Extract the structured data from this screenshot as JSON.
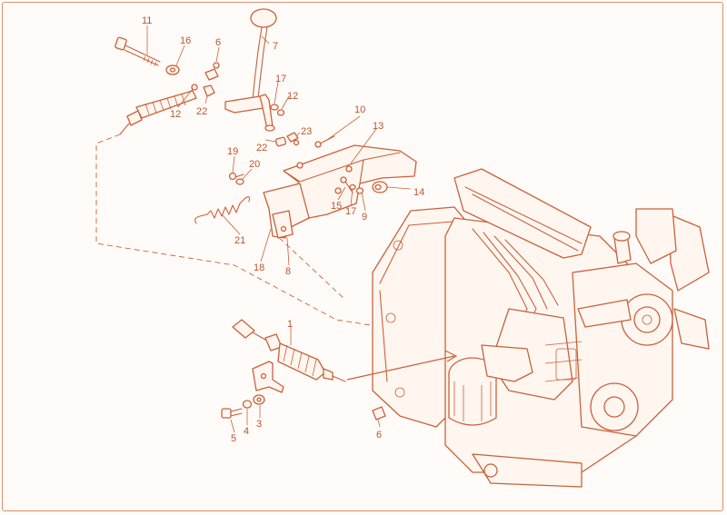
{
  "callouts": {
    "c1": "1",
    "c3": "3",
    "c4": "4",
    "c5": "5",
    "c6a": "6",
    "c6b": "6",
    "c7": "7",
    "c8": "8",
    "c9": "9",
    "c10": "10",
    "c11": "11",
    "c12a": "12",
    "c12b": "12",
    "c13": "13",
    "c14": "14",
    "c15": "15",
    "c16": "16",
    "c17a": "17",
    "c17b": "17",
    "c18": "18",
    "c19": "19",
    "c20": "20",
    "c21": "21",
    "c22a": "22",
    "c22b": "22",
    "c23": "23"
  },
  "colors": {
    "line": "#c9623a",
    "text": "#b8562f",
    "frame": "#d9916c",
    "fill": "#fff6f0"
  }
}
